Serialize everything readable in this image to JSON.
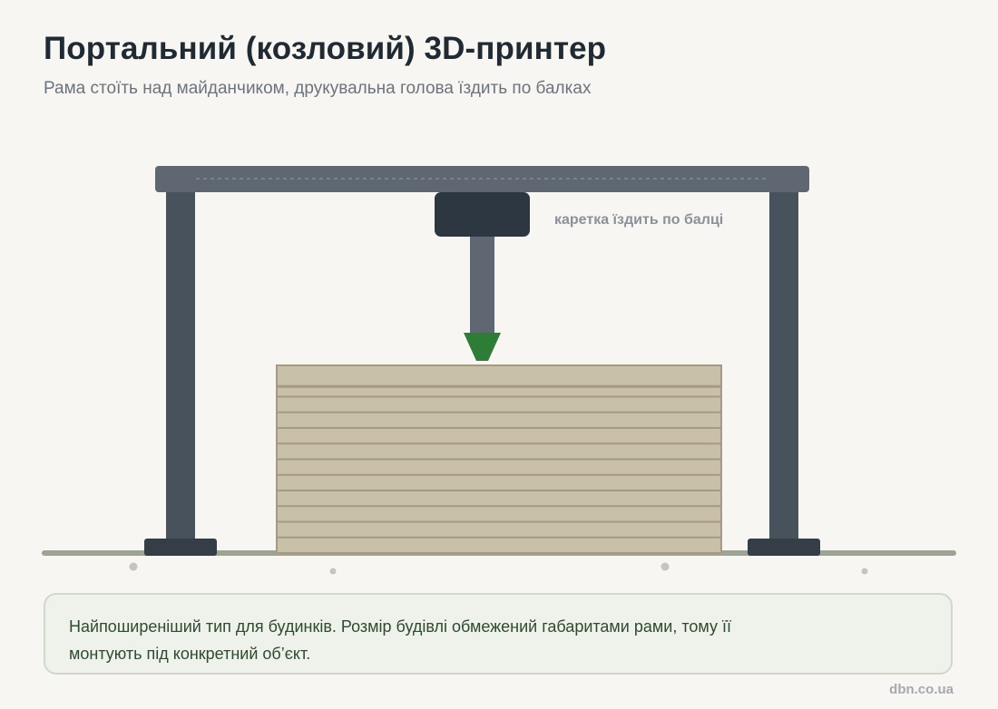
{
  "header": {
    "title": "Портальний (козловий) 3D-принтер",
    "subtitle": "Рама стоїть над майданчиком, друкувальна голова їздить по балках"
  },
  "diagram": {
    "carriage_label": "каретка їздить по балці",
    "layer_count": 12,
    "colors": {
      "beam": "#5f6872",
      "column": "#48525c",
      "foot": "#353d47",
      "carriage": "#2d3741",
      "nozzle_stem": "#5f6872",
      "nozzle_tip": "#2e7d36",
      "building_fill": "#c9c0aa",
      "building_layer_line": "#a59a83",
      "ground": "#9ea493",
      "ground_dots": "#c3c5c1"
    }
  },
  "note": {
    "line1": "Найпоширеніший тип для будинків. Розмір будівлі обмежений габаритами рами, тому її",
    "line2": "монтують під конкретний об’єкт."
  },
  "footer": {
    "source": "dbn.co.ua"
  }
}
